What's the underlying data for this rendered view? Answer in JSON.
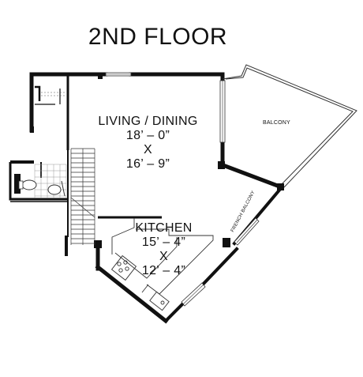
{
  "title": "2ND FLOOR",
  "rooms": {
    "living_dining": {
      "name": "LIVING / DINING",
      "width": "18’ – 0”",
      "times": "X",
      "depth": "16’ – 9”"
    },
    "kitchen": {
      "name": "KITCHEN",
      "width": "15’ – 4”",
      "times": "X",
      "depth": "12’ – 4”"
    },
    "balcony": {
      "name": "BALCONY"
    },
    "french_balcony": {
      "name": "FRENCH BALCONY"
    }
  },
  "colors": {
    "wall": "#111111",
    "line": "#333333",
    "background": "#ffffff"
  }
}
